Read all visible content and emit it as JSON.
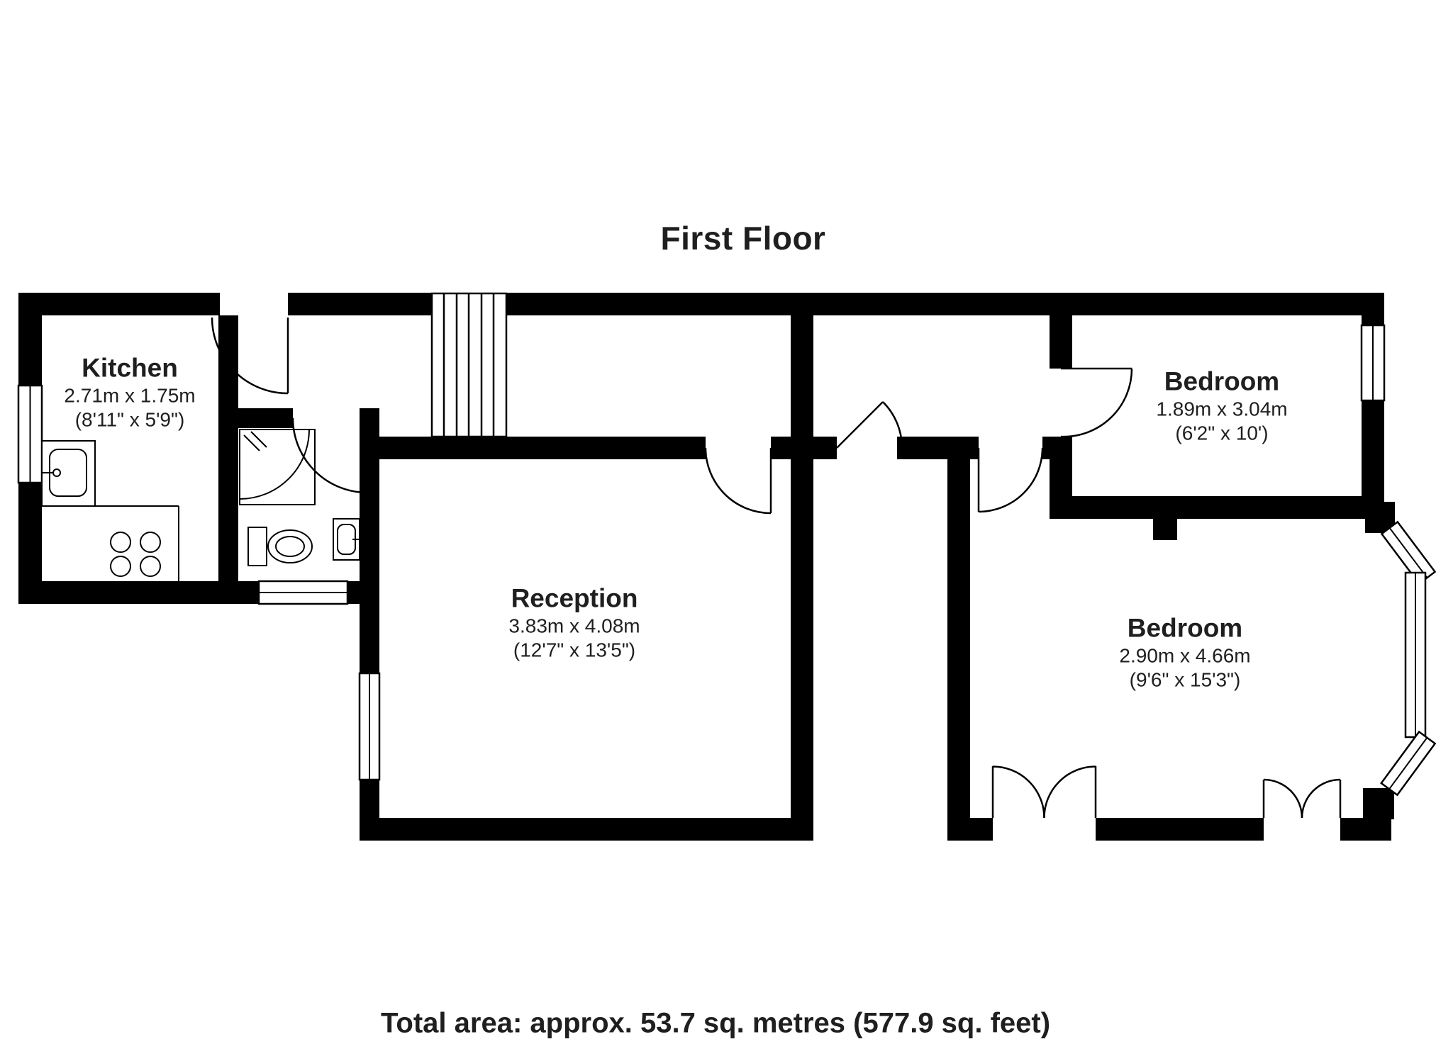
{
  "title": "First Floor",
  "footer": "Total area: approx. 53.7 sq. metres (577.9 sq. feet)",
  "rooms": {
    "kitchen": {
      "name": "Kitchen",
      "metric": "2.71m x 1.75m",
      "imperial": "(8'11\" x 5'9\")"
    },
    "reception": {
      "name": "Reception",
      "metric": "3.83m x 4.08m",
      "imperial": "(12'7\" x 13'5\")"
    },
    "bedroom_top": {
      "name": "Bedroom",
      "metric": "1.89m x 3.04m",
      "imperial": "(6'2\" x 10')"
    },
    "bedroom_bottom": {
      "name": "Bedroom",
      "metric": "2.90m x 4.66m",
      "imperial": "(9'6\" x 15'3\")"
    }
  },
  "colors": {
    "walls": "#000000",
    "background": "#ffffff",
    "text": "#1f1f1f"
  }
}
